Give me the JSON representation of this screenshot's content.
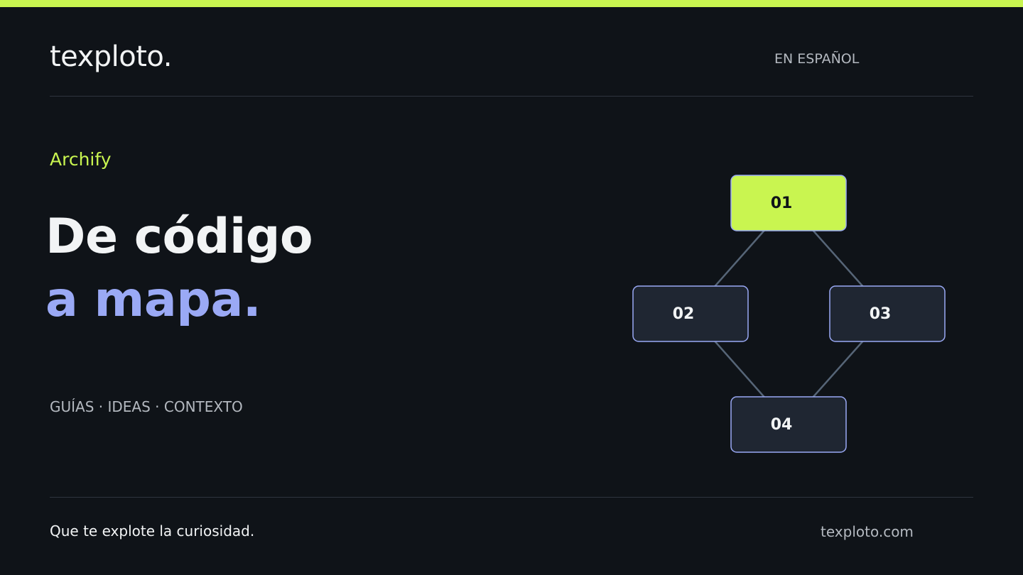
{
  "brand": {
    "logo": "texploto.",
    "language": "EN ESPAÑOL",
    "accent_color": "#c9f550",
    "secondary_color": "#9aa9f5"
  },
  "hero": {
    "kicker": "Archify",
    "headline_line1": "De código",
    "headline_line2": "a mapa.",
    "tags": "GUÍAS · IDEAS · CONTEXTO"
  },
  "diagram": {
    "nodes": [
      {
        "label": "01",
        "highlighted": true
      },
      {
        "label": "02",
        "highlighted": false
      },
      {
        "label": "03",
        "highlighted": false
      },
      {
        "label": "04",
        "highlighted": false
      }
    ],
    "edges": [
      [
        "01",
        "02"
      ],
      [
        "01",
        "03"
      ],
      [
        "02",
        "04"
      ],
      [
        "03",
        "04"
      ]
    ]
  },
  "footer": {
    "tagline": "Que te explote la curiosidad.",
    "url": "texploto.com"
  }
}
